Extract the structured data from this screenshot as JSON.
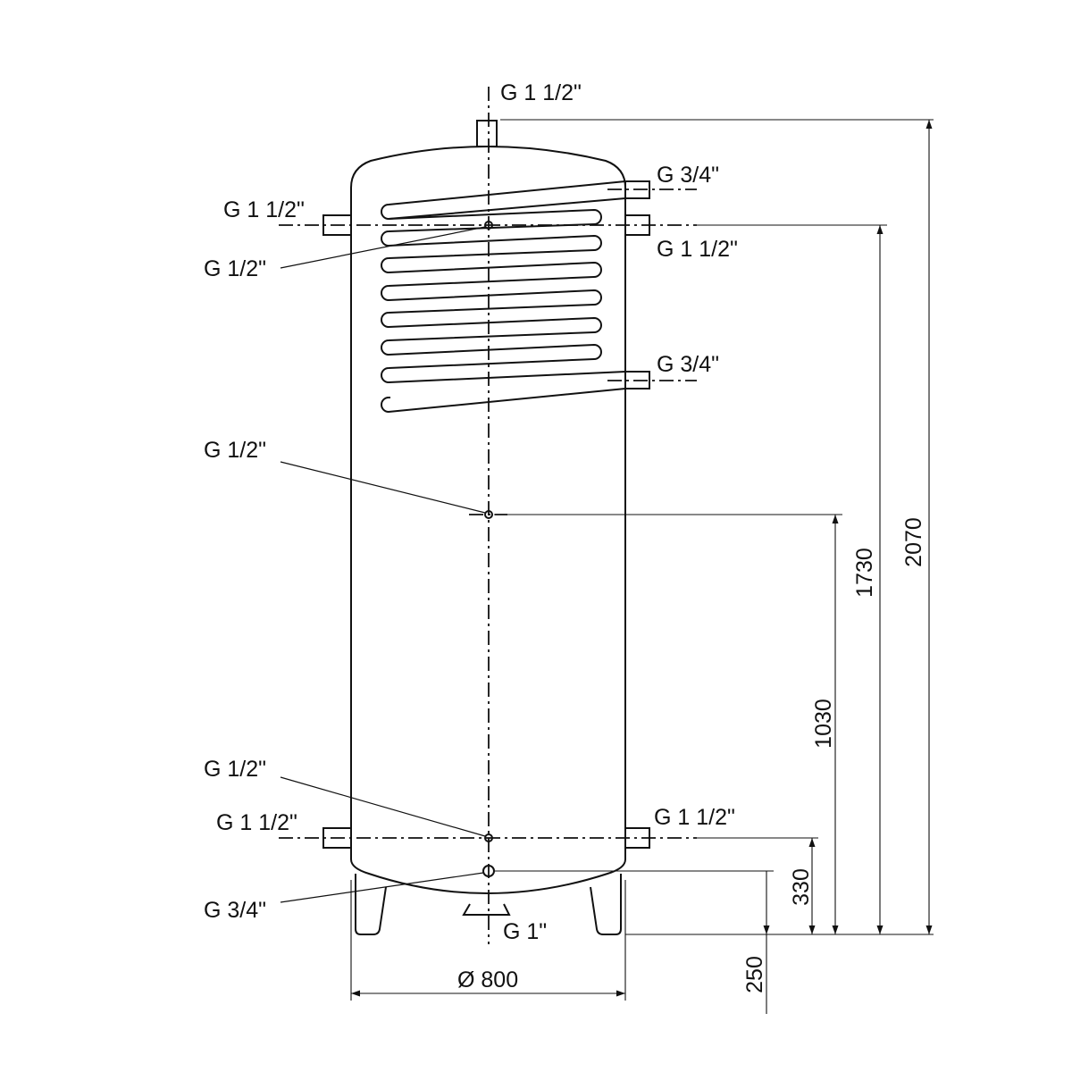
{
  "connections": {
    "top": "G 1 1/2\"",
    "coil_upper": "G 3/4\"",
    "coil_lower": "G 3/4\"",
    "upper_left": "G 1 1/2\"",
    "upper_right": "G 1 1/2\"",
    "sensor_upper": "G 1/2\"",
    "sensor_middle": "G 1/2\"",
    "sensor_lower": "G 1/2\"",
    "lower_left": "G 1 1/2\"",
    "lower_right": "G 1 1/2\"",
    "drain": "G 3/4\"",
    "bottom": "G 1\""
  },
  "dimensions": {
    "diameter": "Ø  800",
    "total_height": "2070",
    "upper_connection_height": "1730",
    "middle_sensor_height": "1030",
    "lower_connection_height": "330",
    "drain_height": "250"
  }
}
